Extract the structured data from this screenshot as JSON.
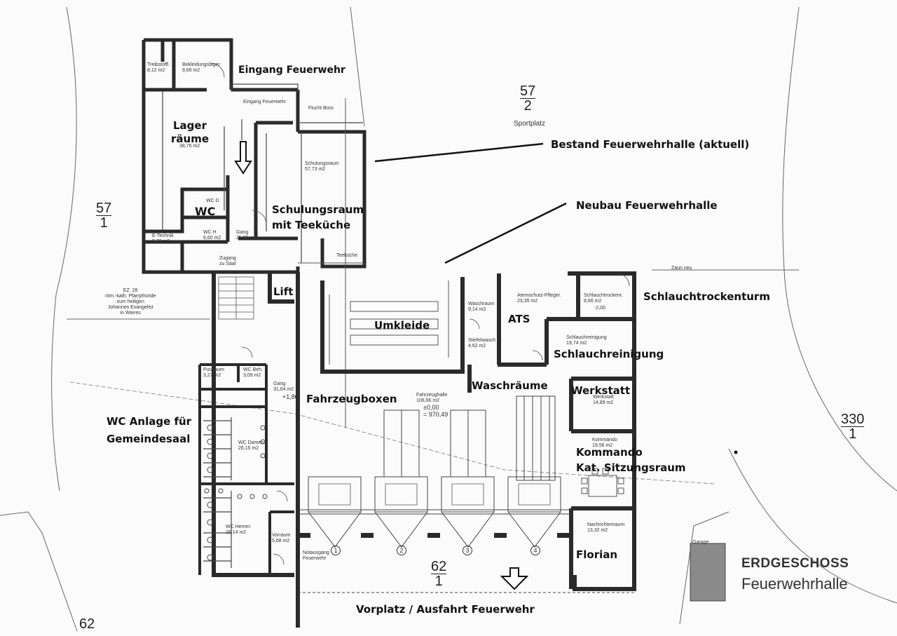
{
  "labels": {
    "eingang_feuerwehr": "Eingang Feuerwehr",
    "lager_raeume": "Lager\nräume",
    "wc": "WC",
    "schulungsraum": "Schulungsraum\nmit Teeküche",
    "bestand": "Bestand Feuerwehrhalle (aktuell)",
    "neubau": "Neubau Feuerwehrhalle",
    "lift": "Lift",
    "umkleide": "Umkleide",
    "ats": "ATS",
    "schlauchtrockenturm": "Schlauchtrockenturm",
    "schlauchreinigung": "Schlauchreinigung",
    "waschraeume": "Waschräume",
    "werkstatt": "Werkstatt",
    "fahrzeugboxen": "Fahrzeugboxen",
    "wc_anlage": "WC Anlage für\nGemeindesaal",
    "kommando": "Kommando\nKat. Sitzungsraum",
    "florian": "Florian",
    "vorplatz": "Vorplatz / Ausfahrt Feuerwehr"
  },
  "parcels": [
    {
      "num": "57",
      "den": "2",
      "sub": "Sportplatz"
    },
    {
      "num": "57",
      "den": "1"
    },
    {
      "num": "330",
      "den": "1"
    },
    {
      "num": "62",
      "den": "1"
    },
    {
      "num": "62"
    }
  ],
  "title": {
    "line1": "ERDGESCHOSS",
    "line2": "Feuerwehrhalle"
  },
  "rooms": {
    "treibstoff": "Treibstoffl.\n8,12 m2",
    "bekleidung": "Bekleidungslager\n9,66 m2",
    "lager_area": "38,76 m2",
    "eingang_fw": "Eingang Feuerwehr",
    "flucht": "Flucht Büro",
    "schulung": "Schulungsraum\n57,73 m2",
    "wc_d": "WC D",
    "wc_h": "WC H\n6,60 m2",
    "gang_top": "Gang\n25,80 m2",
    "etechnik": "E-Technik\n9,73 m2",
    "zugang": "Zugang\nzu Saal",
    "teekueche": "Teeküche",
    "atemschutz": "Atemschutz-Pfleger.\n23,35 m2",
    "schlauchtrocken": "Schlauchtrockenr.\n8,66 m2",
    "schlauchtrocken_level": "-2,00",
    "waschraum": "Waschraum\n9,14 m2",
    "stiefelwasch": "Stiefelwasch\n4,62 m2",
    "schlauchrein": "Schlauchreinigung\n19,74 m2",
    "werkstatt_room": "Werkstatt\n14,89 m2",
    "kommando_room": "Kommando\n19,56 m2",
    "nachrichten": "Nachrichtenraum\n13,32 m2",
    "fahrzeughalle": "Fahrzeughalle\n106,66 m2",
    "fahrzeughalle_level": "±0,00\n= 970,49",
    "putzraum": "Putzraum\n3,27 m2",
    "wc_beh": "WC Beh.\n3,09 m2",
    "gang_mid": "Gang\n31,64 m2",
    "gang_level": "+1,80",
    "wc_damen": "WC Damen\n26,15 m2",
    "wc_herren": "WC Herren\n26,14 m2",
    "vorraum": "Vorraum\n5,68 m2",
    "notausgang": "Notausgang\nFeuerwehr",
    "ez": "EZ. 28\nröm.-kath. Pfarrpfründe\nzum heiligen\nJohannes Evangelist\nin Wieres",
    "zaun": "Zaun neu",
    "garage": "Garage"
  },
  "bay_numbers": [
    "1",
    "2",
    "3",
    "4"
  ],
  "colors": {
    "wall": "#2a2a2a",
    "line": "#555555",
    "paper": "#fbfbfb",
    "garage": "#888888"
  }
}
